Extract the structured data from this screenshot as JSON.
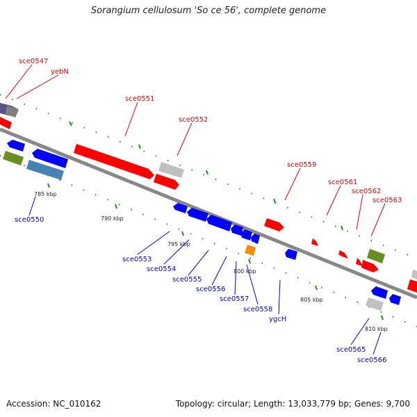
{
  "title": "Sorangium cellulosum 'So ce 56', complete genome",
  "footer": {
    "accession": "Accession: NC_010162",
    "summary": "Topology: circular; Length: 13,033,779 bp; Genes: 9,700"
  },
  "colors": {
    "forward_gene": "#ff0000",
    "reverse_gene": "#0000ff",
    "backbone": "#888888",
    "tick": "#228b22",
    "olive_gene": "#6b8e23",
    "steelblue_gene": "#4682b4",
    "gray_gene": "#c0c0c0",
    "orange_gene": "#ff8c00",
    "purple_gene": "#5b4e8c"
  },
  "scale_labels": [
    "785 kbp",
    "790 kbp",
    "795 kbp",
    "800 kbp",
    "805 kbp",
    "810 kbp"
  ],
  "gene_labels": {
    "sce0547": "sce0547",
    "yebN": "yebN",
    "sce0551": "sce0551",
    "sce0552": "sce0552",
    "sce0559": "sce0559",
    "sce0561": "sce0561",
    "sce0562": "sce0562",
    "sce0563": "sce0563",
    "sce0550": "sce0550",
    "sce0553": "sce0553",
    "sce0554": "sce0554",
    "sce0555": "sce0555",
    "sce0556": "sce0556",
    "sce0557": "sce0557",
    "sce0558": "sce0558",
    "ygcH": "ygcH",
    "sce0565": "sce0565",
    "sce0566": "sce0566"
  }
}
